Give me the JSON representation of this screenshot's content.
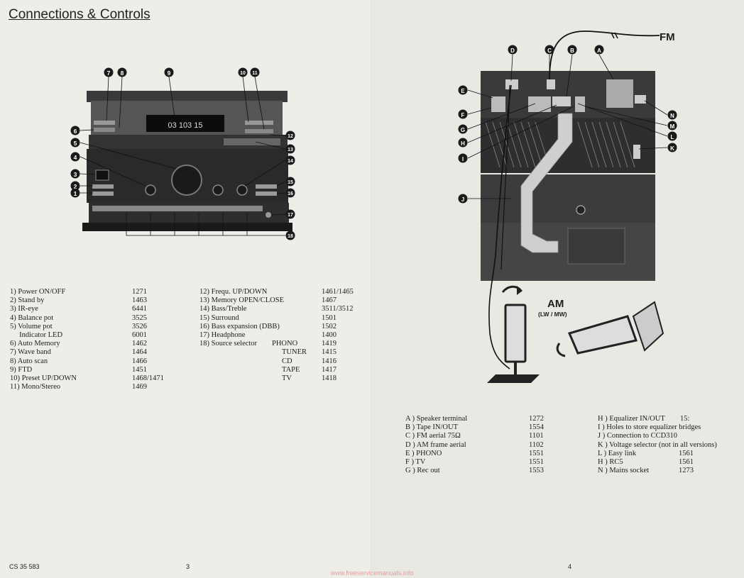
{
  "left": {
    "title": "Connections & Controls",
    "display_text": "03 103 15",
    "callouts": [
      "7",
      "8",
      "9",
      "10",
      "11",
      "6",
      "12",
      "5",
      "13",
      "4",
      "14",
      "3",
      "15",
      "2",
      "16",
      "1",
      "17",
      "18"
    ],
    "controls_col1": [
      {
        "label": "1)  Power ON/OFF",
        "code": "1271"
      },
      {
        "label": "2)  Stand by",
        "code": "1463"
      },
      {
        "label": "3)  IR-eye",
        "code": "6441"
      },
      {
        "label": "4)  Balance pot",
        "code": "3525"
      },
      {
        "label": "5)  Volume pot",
        "code": "3526"
      },
      {
        "label": "     Indicator LED",
        "code": "6001"
      },
      {
        "label": "6)  Auto Memory",
        "code": "1462"
      },
      {
        "label": "7)  Wave band",
        "code": "1464"
      },
      {
        "label": "8)  Auto scan",
        "code": "1466"
      },
      {
        "label": "9)  FTD",
        "code": "1451"
      },
      {
        "label": "10)  Preset UP/DOWN",
        "code": "1468/1471"
      },
      {
        "label": "11)  Mono/Stereo",
        "code": "1469"
      }
    ],
    "controls_col2": [
      {
        "label": "12)  Frequ. UP/DOWN",
        "sub": "",
        "code": "1461/1465"
      },
      {
        "label": "13)  Memory OPEN/CLOSE",
        "sub": "",
        "code": "1467"
      },
      {
        "label": "14)  Bass/Treble",
        "sub": "",
        "code": "3511/3512"
      },
      {
        "label": "15)  Surround",
        "sub": "",
        "code": "1501"
      },
      {
        "label": "16)  Bass expansion (DBB)",
        "sub": "",
        "code": "1502"
      },
      {
        "label": "17)  Headphone",
        "sub": "",
        "code": "1400"
      },
      {
        "label": "18)  Source selector",
        "sub": "PHONO",
        "code": "1419"
      },
      {
        "label": "",
        "sub": "TUNER",
        "code": "1415"
      },
      {
        "label": "",
        "sub": "CD",
        "code": "1416"
      },
      {
        "label": "",
        "sub": "TAPE",
        "code": "1417"
      },
      {
        "label": "",
        "sub": "TV",
        "code": "1418"
      }
    ],
    "footer_doc": "CS 35 583",
    "page_number": "3"
  },
  "right": {
    "fm_label": "FM",
    "am_label": "AM",
    "am_sub": "(LW / MW)",
    "top_callouts": [
      "D",
      "C",
      "B",
      "A"
    ],
    "side_callouts_left": [
      "E",
      "F",
      "G",
      "H",
      "I",
      "J"
    ],
    "side_callouts_right": [
      "N",
      "M",
      "L",
      "K"
    ],
    "connections_col1": [
      {
        "label": "A )  Speaker terminal",
        "code": "1272"
      },
      {
        "label": "B )  Tape IN/OUT",
        "code": "1554"
      },
      {
        "label": "C )  FM aerial 75Ω",
        "code": "1101"
      },
      {
        "label": "D )  AM frame aerial",
        "code": "1102"
      },
      {
        "label": "E )  PHONO",
        "code": "1551"
      },
      {
        "label": "F )  TV",
        "code": "1551"
      },
      {
        "label": "G )  Rec out",
        "code": "1553"
      }
    ],
    "connections_col2": [
      {
        "label": "H )  Equalizer IN/OUT",
        "code": "15:"
      },
      {
        "label": "I )  Holes to store equalizer bridges",
        "code": ""
      },
      {
        "label": "J )  Connection to CCD310",
        "code": ""
      },
      {
        "label": "K )  Voltage selector (not in all versions)",
        "code": ""
      },
      {
        "label": "L )  Easy link",
        "code": "1561"
      },
      {
        "label": "H )  RC5",
        "code": "1561"
      },
      {
        "label": "N )  Mains socket",
        "code": "1273"
      }
    ],
    "page_number": "4"
  },
  "watermark": "www.freeservicemanuals.info",
  "colors": {
    "callout": "#1a1a1a",
    "device": "#2a2a2a",
    "display": "#0c0c0c",
    "watermark": "#e0a0a0"
  }
}
